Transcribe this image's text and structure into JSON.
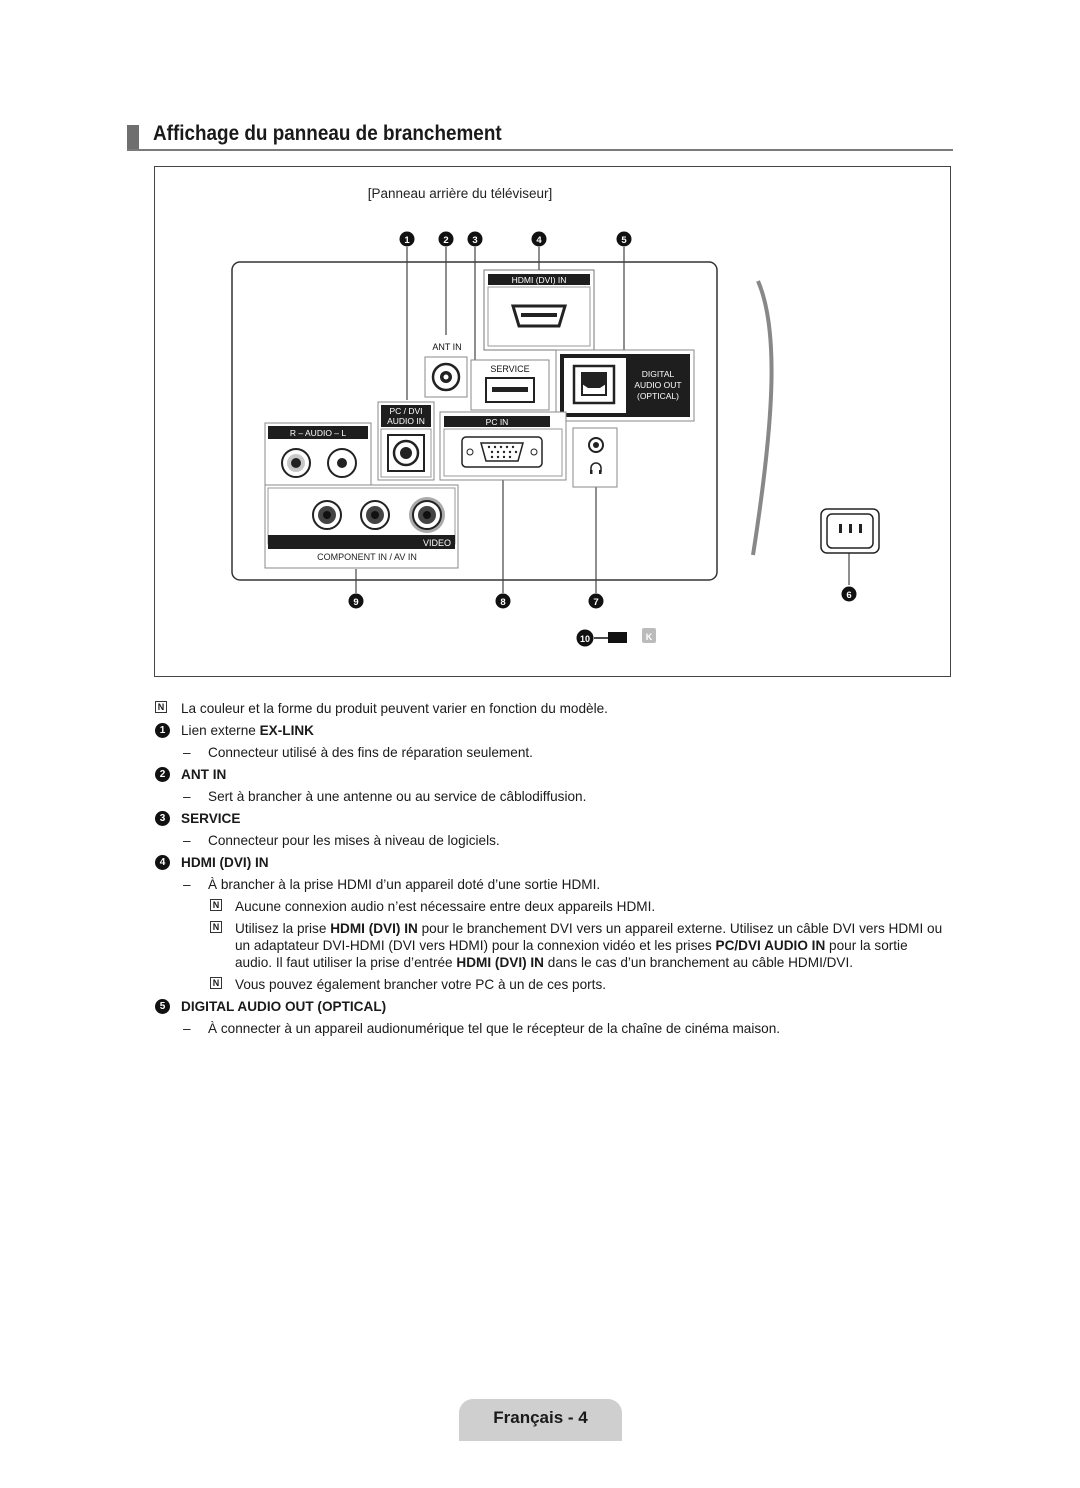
{
  "section_title": "Affichage du panneau de branchement",
  "figure": {
    "caption": "[Panneau arrière du téléviseur]",
    "callout_numbers": [
      "1",
      "2",
      "3",
      "4",
      "5",
      "6",
      "7",
      "8",
      "9",
      "10"
    ],
    "labels": {
      "hdmi": "HDMI (DVI)  IN",
      "ant_in": "ANT IN",
      "service": "SERVICE",
      "digital_1": "DIGITAL",
      "digital_2": "AUDIO OUT",
      "digital_3": "(OPTICAL)",
      "pc_dvi_1": "PC / DVI",
      "pc_dvi_2": "AUDIO IN",
      "pc_in": "PC IN",
      "audio": "R – AUDIO – L",
      "video": "VIDEO",
      "component": "COMPONENT IN / AV IN"
    }
  },
  "notes": [
    {
      "kind": "note",
      "text": "La couleur et la forme du produit peuvent varier en fonction du modèle."
    },
    {
      "kind": "item",
      "num": "1",
      "prefix": "Lien externe ",
      "bold": "EX-LINK"
    },
    {
      "kind": "dash",
      "text": "Connecteur utilisé à des fins de réparation seulement."
    },
    {
      "kind": "item",
      "num": "2",
      "prefix": "",
      "bold": "ANT IN"
    },
    {
      "kind": "dash",
      "text": "Sert à brancher à une antenne ou au service de câblodiffusion."
    },
    {
      "kind": "item",
      "num": "3",
      "prefix": "",
      "bold": "SERVICE"
    },
    {
      "kind": "dash",
      "text": "Connecteur pour les mises à niveau de logiciels."
    },
    {
      "kind": "item",
      "num": "4",
      "prefix": "",
      "bold": "HDMI (DVI) IN"
    },
    {
      "kind": "dash",
      "text": "À brancher à la prise HDMI d’un appareil doté d’une sortie HDMI."
    },
    {
      "kind": "sub",
      "text": "Aucune connexion audio n’est nécessaire entre deux appareils HDMI."
    },
    {
      "kind": "subrich",
      "parts": [
        {
          "t": "Utilisez la prise ",
          "b": false
        },
        {
          "t": "HDMI (DVI) IN",
          "b": true
        },
        {
          "t": " pour le branchement DVI vers un appareil externe. Utilisez un câble DVI vers HDMI ou un adaptateur DVI-HDMI (DVI vers HDMI) pour la connexion vidéo et les prises ",
          "b": false
        },
        {
          "t": "PC/DVI AUDIO IN",
          "b": true
        },
        {
          "t": " pour la sortie audio. Il faut utiliser la prise d’entrée ",
          "b": false
        },
        {
          "t": "HDMI (DVI) IN",
          "b": true
        },
        {
          "t": " dans le cas d’un branchement au câble HDMI/DVI.",
          "b": false
        }
      ]
    },
    {
      "kind": "sub",
      "text": "Vous pouvez également brancher votre PC à un de ces ports."
    },
    {
      "kind": "item",
      "num": "5",
      "prefix": "",
      "bold": "DIGITAL AUDIO OUT (OPTICAL)"
    },
    {
      "kind": "dash",
      "text": "À connecter à un appareil audionumérique tel que le récepteur de la chaîne de cinéma maison."
    }
  ],
  "footer": "Français - 4"
}
